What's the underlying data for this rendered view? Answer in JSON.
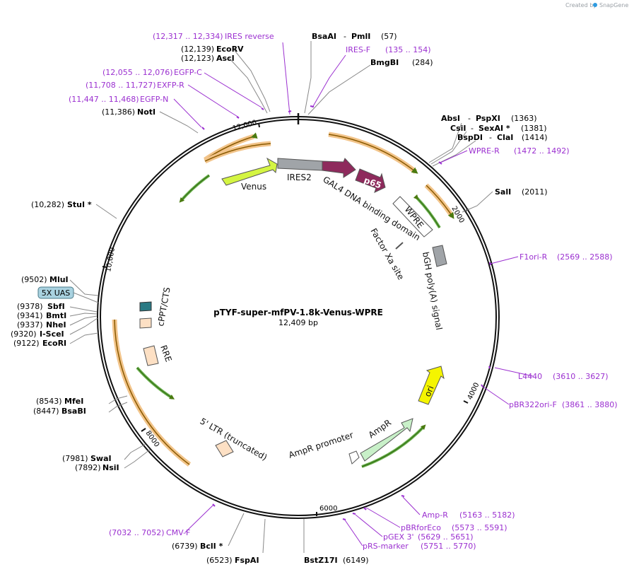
{
  "watermark": {
    "prefix": "Created by",
    "brand": "SnapGene"
  },
  "map": {
    "title": "pTYF-super-mfPV-1.8k-Venus-WPRE",
    "length": "12,409 bp"
  },
  "ticks": [
    "2000",
    "4000",
    "6000",
    "8000",
    "10,000",
    "12,000"
  ],
  "features": {
    "ires2": "IRES2",
    "gal4": "GAL4 DNA binding domain",
    "p65": "p65",
    "venus": "Venus",
    "wpre": "WPRE",
    "factor_xa": "Factor Xa site",
    "bgh": "bGH poly(A) signal",
    "cppt": "cPPT/CTS",
    "rre": "RRE",
    "ori": "ori",
    "ampr": "AmpR",
    "ampr_promoter": "AmpR promoter",
    "ltr": "5' LTR (truncated)",
    "uas": "5X UAS"
  },
  "sites": {
    "bsaai": {
      "name": "BsaAI",
      "name2": "PmlI",
      "pos": "(57)"
    },
    "bmgbi": {
      "name": "BmgBI",
      "pos": "(284)"
    },
    "absi": {
      "name": "AbsI",
      "name2": "PspXI",
      "pos": "(1363)"
    },
    "csii": {
      "name": "CsiI",
      "name2": "SexAI *",
      "pos": "(1381)"
    },
    "bspdi": {
      "name": "BspDI",
      "name2": "ClaI",
      "pos": "(1414)"
    },
    "sali": {
      "name": "SalI",
      "pos": "(2011)"
    },
    "bstz17i": {
      "name": "BstZ17I",
      "pos": "(6149)"
    },
    "fspai": {
      "name": "FspAI",
      "pos": "(6523)"
    },
    "bcli": {
      "name": "BclI *",
      "pos": "(6739)"
    },
    "nsii": {
      "name": "NsiI",
      "pos": "(7892)"
    },
    "swai": {
      "name": "SwaI",
      "pos": "(7981)"
    },
    "bsabi": {
      "name": "BsaBI",
      "pos": "(8447)"
    },
    "mfei": {
      "name": "MfeI",
      "pos": "(8543)"
    },
    "ecori": {
      "name": "EcoRI",
      "pos": "(9122)"
    },
    "scei": {
      "name": "I-SceI",
      "pos": "(9320)"
    },
    "nhei": {
      "name": "NheI",
      "pos": "(9337)"
    },
    "bmti": {
      "name": "BmtI",
      "pos": "(9341)"
    },
    "sbfi": {
      "name": "SbfI",
      "pos": "(9378)"
    },
    "mlui": {
      "name": "MluI",
      "pos": "(9502)"
    },
    "stui": {
      "name": "StuI *",
      "pos": "(10,282)"
    },
    "noti": {
      "name": "NotI",
      "pos": "(11,386)"
    },
    "asci": {
      "name": "AscI",
      "pos": "(12,123)"
    },
    "ecorv": {
      "name": "EcoRV",
      "pos": "(12,139)"
    }
  },
  "primers": {
    "ires_reverse": {
      "name": "IRES reverse",
      "pos": "(12,317 .. 12,334)"
    },
    "ires_f": {
      "name": "IRES-F",
      "pos": "(135 .. 154)"
    },
    "egfp_c": {
      "name": "EGFP-C",
      "pos": "(12,055 .. 12,076)"
    },
    "exfp_r": {
      "name": "EXFP-R",
      "pos": "(11,708 .. 11,727)"
    },
    "egfp_n": {
      "name": "EGFP-N",
      "pos": "(11,447 .. 11,468)"
    },
    "wpre_r": {
      "name": "WPRE-R",
      "pos": "(1472 .. 1492)"
    },
    "f1ori_r": {
      "name": "F1ori-R",
      "pos": "(2569 .. 2588)"
    },
    "l4440": {
      "name": "L4440",
      "pos": "(3610 .. 3627)"
    },
    "pbr322ori_f": {
      "name": "pBR322ori-F",
      "pos": "(3861 .. 3880)"
    },
    "amp_r": {
      "name": "Amp-R",
      "pos": "(5163 .. 5182)"
    },
    "pbrforeco": {
      "name": "pBRforEco",
      "pos": "(5573 .. 5591)"
    },
    "pgex3": {
      "name": "pGEX 3'",
      "pos": "(5629 .. 5651)"
    },
    "prs_marker": {
      "name": "pRS-marker",
      "pos": "(5751 .. 5770)"
    },
    "cmv_f": {
      "name": "CMV-F",
      "pos": "(7032 .. 7052)"
    }
  },
  "colors": {
    "primer": "#9b30d0",
    "orf_orange": "#f2c48a",
    "orf_brown": "#8a5a00",
    "green": "#6ab04c",
    "venus": "#d4f542",
    "ires2": "#a0a4a8",
    "gal4": "#8e2a5c",
    "ori": "#f5f500",
    "ampr": "#c8f0c8",
    "uas": "#a9d2e0",
    "cppt": "#2a7a84",
    "peach": "#fde0c4"
  }
}
